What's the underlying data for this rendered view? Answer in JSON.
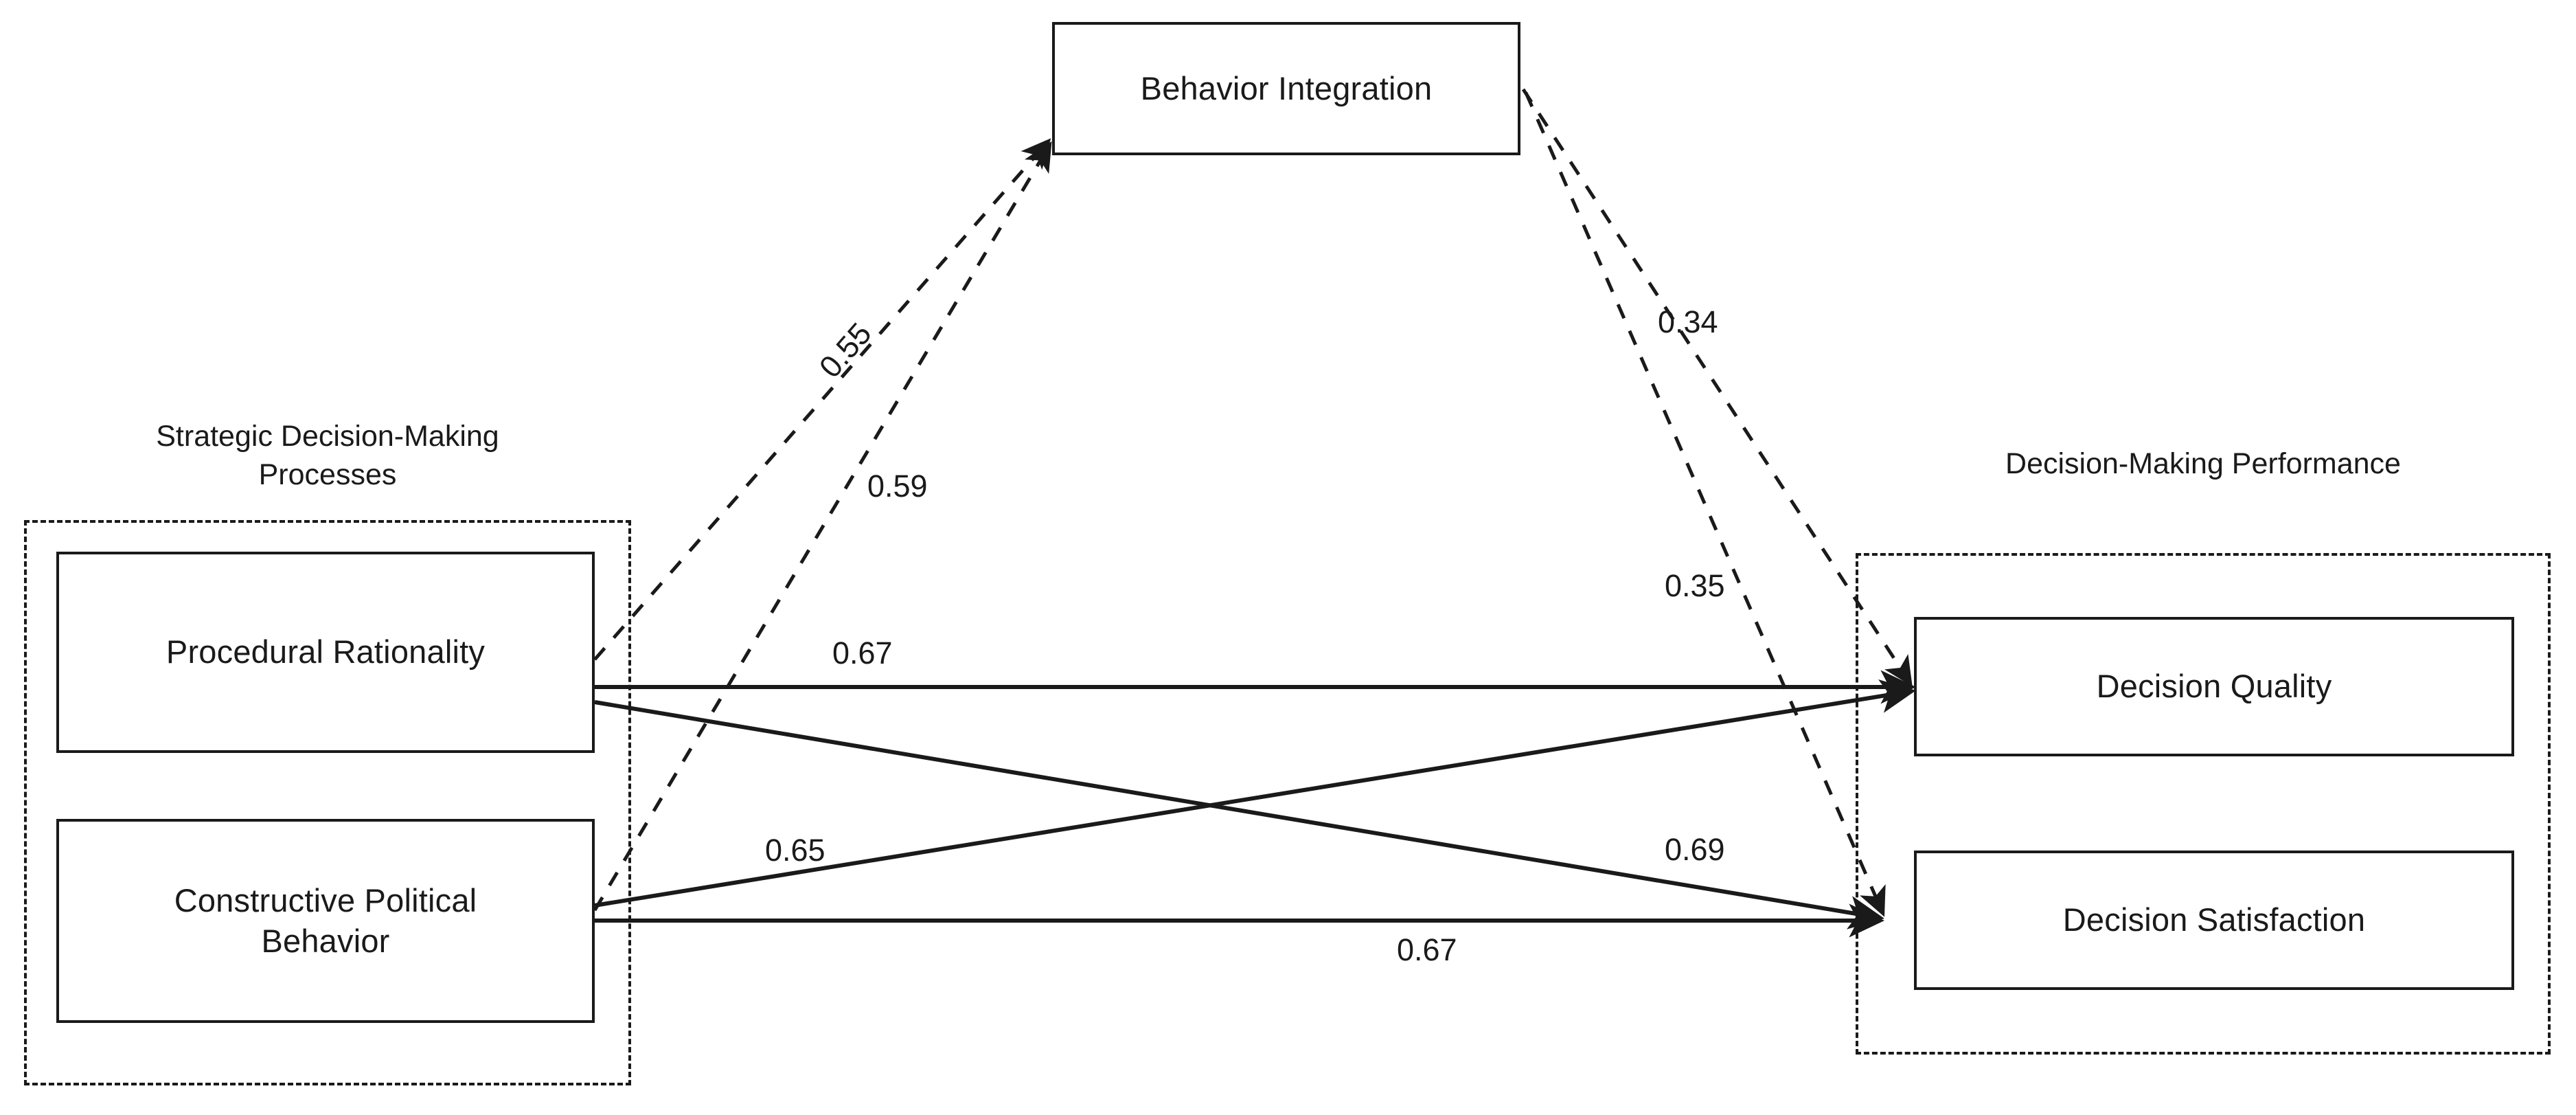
{
  "diagram": {
    "title_visible": false,
    "type": "path-model",
    "style": {
      "line_color": "#1a1a1a",
      "box_border_color": "#1a1a1a",
      "background": "#ffffff",
      "solid_path_meaning": "direct effect",
      "dashed_path_meaning": "mediated effect"
    },
    "groups": [
      {
        "id": "sdmp",
        "caption_line1": "Strategic Decision-Making",
        "caption_line2": "Processes"
      },
      {
        "id": "dmp",
        "caption_line1": "Decision-Making Performance",
        "caption_line2": ""
      }
    ],
    "nodes": [
      {
        "id": "bi",
        "label": "Behavior Integration"
      },
      {
        "id": "pr",
        "label": "Procedural Rationality"
      },
      {
        "id": "cpb_line1",
        "label": "Constructive Political"
      },
      {
        "id": "cpb_line2",
        "label": "Behavior"
      },
      {
        "id": "dq",
        "label": "Decision Quality"
      },
      {
        "id": "ds",
        "label": "Decision Satisfaction"
      }
    ],
    "edges": [
      {
        "id": "pr-bi",
        "from": "Procedural Rationality",
        "to": "Behavior Integration",
        "coefficient": "0.55",
        "style": "dashed"
      },
      {
        "id": "cpb-bi",
        "from": "Constructive Political Behavior",
        "to": "Behavior Integration",
        "coefficient": "0.59",
        "style": "dashed"
      },
      {
        "id": "bi-dq",
        "from": "Behavior Integration",
        "to": "Decision Quality",
        "coefficient": "0.34",
        "style": "dashed"
      },
      {
        "id": "bi-ds",
        "from": "Behavior Integration",
        "to": "Decision Satisfaction",
        "coefficient": "0.35",
        "style": "dashed"
      },
      {
        "id": "pr-dq",
        "from": "Procedural Rationality",
        "to": "Decision Quality",
        "coefficient": "0.67",
        "style": "solid"
      },
      {
        "id": "cpb-dq",
        "from": "Constructive Political Behavior",
        "to": "Decision Quality",
        "coefficient": "0.65",
        "style": "solid"
      },
      {
        "id": "pr-ds",
        "from": "Procedural Rationality",
        "to": "Decision Satisfaction",
        "coefficient": "0.69",
        "style": "solid"
      },
      {
        "id": "cpb-ds",
        "from": "Constructive Political Behavior",
        "to": "Decision Satisfaction",
        "coefficient": "0.67",
        "style": "solid"
      }
    ]
  }
}
